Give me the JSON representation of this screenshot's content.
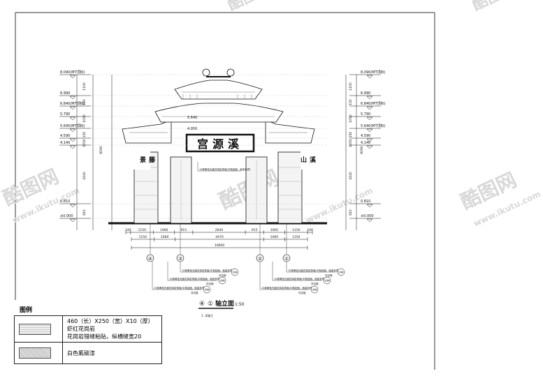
{
  "drawing": {
    "title_axes_from": "④",
    "title_axes_to": "①",
    "title_text": "轴立面",
    "scale": "1:50",
    "note": "1. 详施工",
    "plaque_main": "宫源溪",
    "plaque_left": "景藤",
    "plaque_right": "山溪",
    "axis_labels": [
      "④",
      "③",
      "②",
      "①"
    ],
    "level_labels_left": [
      "8.090(MT顶标)",
      "6.990",
      "6.840(MT顶标)",
      "5.790",
      "5.640(MT顶标)",
      "4.590",
      "4.140",
      "0.810",
      "±0.000"
    ],
    "level_labels_right": [
      "8.090(MT顶标)",
      "6.990",
      "6.840(MT顶标)",
      "5.790",
      "5.640(MT顶标)",
      "4.590",
      "4.140",
      "0.810",
      "±0.000"
    ],
    "vertical_dims": [
      "1100",
      "150",
      "1050",
      "150",
      "1050",
      "450",
      "4140",
      "810"
    ],
    "total_height_dim": "8090",
    "inner_dims": [
      "5.640",
      "4.950"
    ],
    "dim_row1": [
      "240",
      "1150",
      "1060",
      "915",
      "2640",
      "915",
      "1060",
      "1150",
      "240"
    ],
    "dim_row2": [
      "1150",
      "1060",
      "4470",
      "1060",
      "1150"
    ],
    "dim_row3": [
      "10000"
    ],
    "callout_text": "15厚黄色光面花岗岩饰面(平粘贴面，面金色层)",
    "callout_sub": "详见施",
    "callout_symbol": "大样"
  },
  "legend": {
    "title": "图例",
    "items": [
      {
        "line1": "460（长）X250（宽）X10（厚）虾红花岗岩",
        "line2": "花岗岩错缝粘贴，纵横缝宽20"
      },
      {
        "line1": "白色氟碳漆",
        "line2": ""
      }
    ]
  },
  "watermark": {
    "brand": "酷图网",
    "url": "www.ikutu.com"
  },
  "colors": {
    "line": "#111111",
    "watermark": "#d8d8d8",
    "background": "#ffffff"
  }
}
